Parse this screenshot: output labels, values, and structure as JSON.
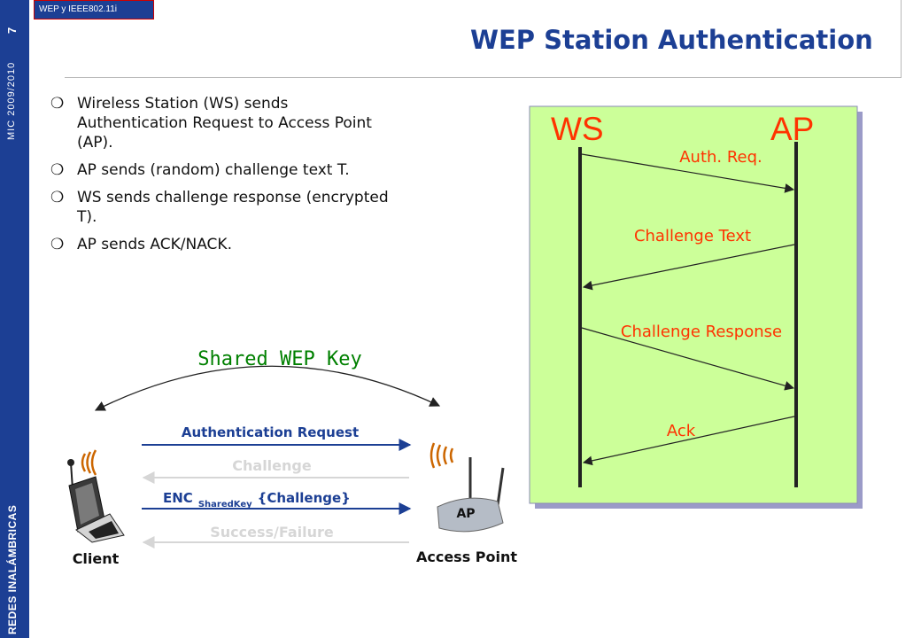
{
  "sidebar": {
    "vertical_title": "REDES INALÁMBRICAS",
    "term": "MIC 2009/2010",
    "page_number": "7"
  },
  "header": {
    "tag": "WEP y IEEE802.11i",
    "title": "WEP Station Authentication"
  },
  "bullets": {
    "marker": "❍",
    "items": [
      [
        "Wireless Station (WS) sends",
        "Authentication Request to Access Point",
        "(AP)."
      ],
      [
        "AP sends (random) challenge text T."
      ],
      [
        "WS sends challenge response (encrypted",
        "T)."
      ],
      [
        "AP sends ACK/NACK."
      ]
    ]
  },
  "sequence": {
    "left_actor": "WS",
    "right_actor": "AP",
    "messages": [
      "Auth. Req.",
      "Challenge Text",
      "Challenge Response",
      "Ack"
    ],
    "colors": {
      "panel": "#ccff99",
      "shadow": "#9b9bc8",
      "labels": "#ff3300",
      "arrows": "#222222"
    }
  },
  "exchange": {
    "key_label": "Shared WEP Key",
    "auth_request": "Authentication Request",
    "challenge": "Challenge",
    "enc_prefix": "ENC",
    "enc_key": "SharedKey",
    "enc_suffix": "{Challenge}",
    "success_failure": "Success/Failure",
    "client_label": "Client",
    "ap_label": "Access Point",
    "ap_badge": "AP",
    "colors": {
      "key_label": "#008000",
      "messages": "#1c3f94",
      "faded": "#d6d6d6"
    }
  }
}
